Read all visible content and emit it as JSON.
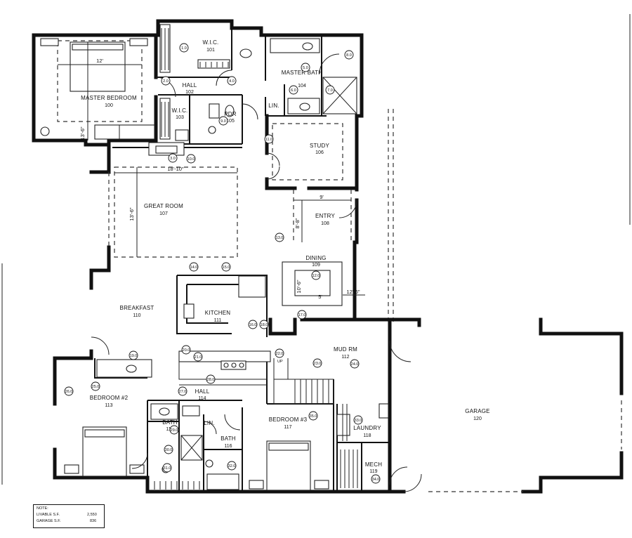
{
  "rooms": {
    "master_bedroom": {
      "name": "MASTER BEDROOM",
      "number": "100"
    },
    "wic_101": {
      "name": "W.I.C.",
      "number": "101"
    },
    "hall_102": {
      "name": "HALL",
      "number": "102"
    },
    "wic_103": {
      "name": "W.I.C.",
      "number": "103"
    },
    "master_bath": {
      "name": "MASTER BATH",
      "number": "104"
    },
    "pdr": {
      "name": "PDR",
      "number": "105"
    },
    "study": {
      "name": "STUDY",
      "number": "106"
    },
    "great_room": {
      "name": "GREAT ROOM",
      "number": "107"
    },
    "entry": {
      "name": "ENTRY",
      "number": "108"
    },
    "dining": {
      "name": "DINING",
      "number": "109"
    },
    "breakfast": {
      "name": "BREAKFAST",
      "number": "110"
    },
    "kitchen": {
      "name": "KITCHEN",
      "number": "111"
    },
    "mud_rm": {
      "name": "MUD RM",
      "number": "112"
    },
    "bedroom_2": {
      "name": "BEDROOM #2",
      "number": "113"
    },
    "hall_114": {
      "name": "HALL",
      "number": "114"
    },
    "bath_115": {
      "name": "BATH",
      "number": "115"
    },
    "bath_116": {
      "name": "BATH",
      "number": "116"
    },
    "bedroom_3": {
      "name": "BEDROOM #3",
      "number": "117"
    },
    "laundry": {
      "name": "LAUNDRY",
      "number": "118"
    },
    "mech": {
      "name": "MECH",
      "number": "119"
    },
    "garage": {
      "name": "GARAGE",
      "number": "120"
    },
    "lin_1": {
      "name": "LIN."
    },
    "lin_2": {
      "name": "LIN."
    }
  },
  "dimensions": {
    "master_width": "12'",
    "master_depth": "13'-6\"",
    "great_width": "18'-10\"",
    "great_depth": "13'-6\"",
    "entry_width": "9'",
    "entry_depth": "8'-8\"",
    "dining_depth": "10'-6\"",
    "dining_width": "5'",
    "dining_side": "12'-6\""
  },
  "stair": {
    "up_label": "UP"
  },
  "tags": [
    "1.0",
    "2.0",
    "3.0",
    "4.0",
    "5.0",
    "6.0",
    "7.0",
    "8.0",
    "9.0",
    "10.0",
    "11.0",
    "12.0",
    "13.0",
    "14.0",
    "15.0",
    "16.0",
    "17.0",
    "18.0",
    "19.0",
    "20.0",
    "21.0",
    "22.0",
    "23.0",
    "24.0",
    "25.0",
    "26.0",
    "27.0",
    "28.0",
    "29.0",
    "30.0",
    "31.0",
    "32.0",
    "33.0",
    "34.0",
    "35.0"
  ],
  "note": {
    "title": "NOTE:",
    "livable_label": "LIVABLE S.F.",
    "livable_value": "2,550",
    "garage_label": "GARAGE S.F.",
    "garage_value": "836"
  }
}
